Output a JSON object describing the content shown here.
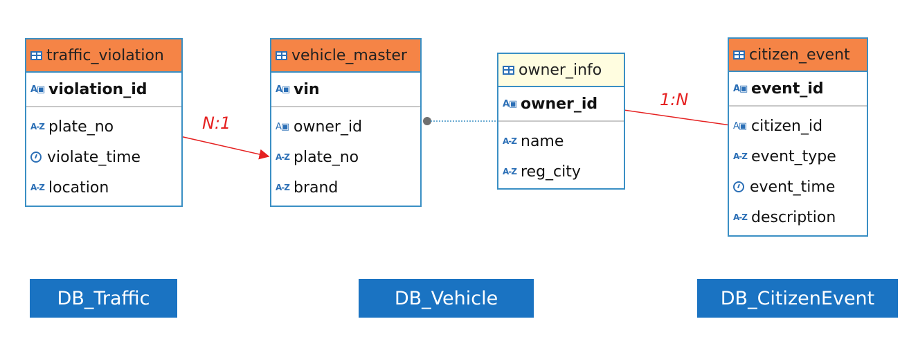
{
  "tables": {
    "traffic_violation": {
      "title": "traffic_violation",
      "pk": "violation_id",
      "columns": [
        {
          "name": "plate_no",
          "icon": "az-icon"
        },
        {
          "name": "violate_time",
          "icon": "clock-icon"
        },
        {
          "name": "location",
          "icon": "az-icon"
        }
      ]
    },
    "vehicle_master": {
      "title": "vehicle_master",
      "pk": "vin",
      "columns": [
        {
          "name": "owner_id",
          "icon": "foreign-key-icon"
        },
        {
          "name": "plate_no",
          "icon": "az-icon"
        },
        {
          "name": "brand",
          "icon": "az-icon"
        }
      ]
    },
    "owner_info": {
      "title": "owner_info",
      "pk": "owner_id",
      "columns": [
        {
          "name": "name",
          "icon": "az-icon"
        },
        {
          "name": "reg_city",
          "icon": "az-icon"
        }
      ]
    },
    "citizen_event": {
      "title": "citizen_event",
      "pk": "event_id",
      "columns": [
        {
          "name": "citizen_id",
          "icon": "foreign-key-icon"
        },
        {
          "name": "event_type",
          "icon": "az-icon"
        },
        {
          "name": "event_time",
          "icon": "clock-icon"
        },
        {
          "name": "description",
          "icon": "az-icon"
        }
      ]
    }
  },
  "relations": {
    "violation_to_vehicle": "N:1",
    "citizen_to_owner": "1:N"
  },
  "databases": {
    "traffic": "DB_Traffic",
    "vehicle": "DB_Vehicle",
    "citizen": "DB_CitizenEvent"
  },
  "colors": {
    "header_orange": "#f58446",
    "header_cream": "#fffde0",
    "border_blue": "#3a8fc4",
    "db_blue": "#1a73c2",
    "relation_red": "#e52121"
  }
}
